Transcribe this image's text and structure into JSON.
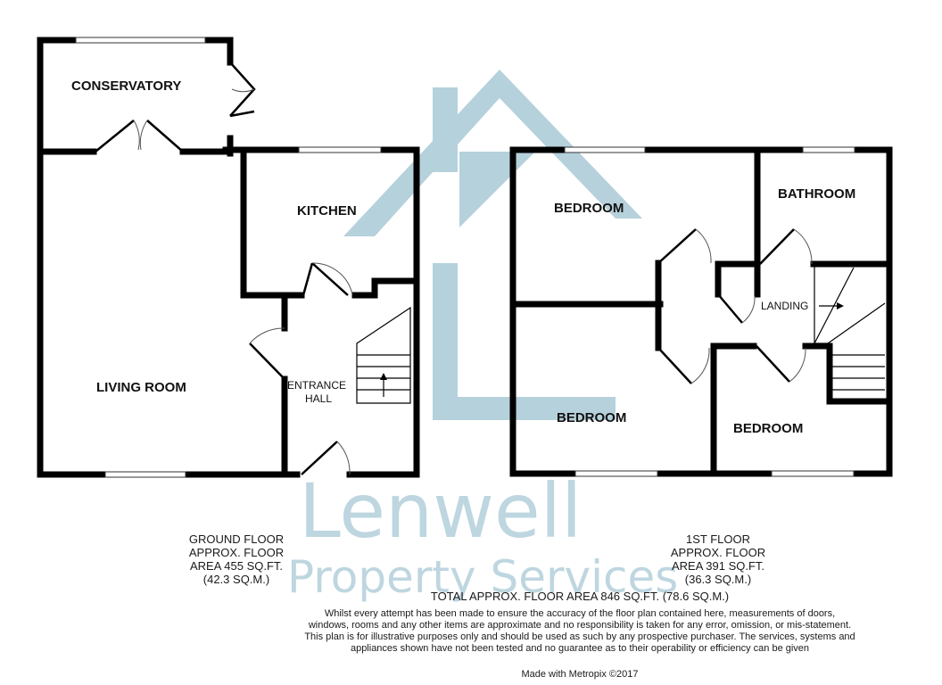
{
  "watermark": {
    "line1": "Lenwell",
    "line2": "Property Services",
    "color": "#a9c9d6"
  },
  "ground_floor": {
    "rooms": {
      "conservatory": "CONSERVATORY",
      "kitchen": "KITCHEN",
      "living_room": "LIVING ROOM",
      "entrance_hall_line1": "ENTRANCE",
      "entrance_hall_line2": "HALL"
    },
    "area_text": "GROUND FLOOR\nAPPROX. FLOOR\nAREA 455 SQ.FT.\n(42.3 SQ.M.)"
  },
  "first_floor": {
    "rooms": {
      "bedroom_1": "BEDROOM",
      "bathroom": "BATHROOM",
      "landing": "LANDING",
      "bedroom_2": "BEDROOM",
      "bedroom_3": "BEDROOM"
    },
    "area_text": "1ST FLOOR\nAPPROX. FLOOR\nAREA 391 SQ.FT.\n(36.3 SQ.M.)"
  },
  "total_area": "TOTAL APPROX. FLOOR AREA 846 SQ.FT. (78.6 SQ.M.)",
  "disclaimer": "Whilst every attempt has been made to ensure the accuracy of the floor plan contained here, measurements of doors, windows, rooms and any other items are approximate and no responsibility is taken for any error, omission, or mis-statement. This plan is for illustrative purposes only and should be used as such by any prospective purchaser. The services, systems and appliances shown have not been tested and no guarantee as to their operability or efficiency can be given",
  "credit": "Made with Metropix ©2017"
}
